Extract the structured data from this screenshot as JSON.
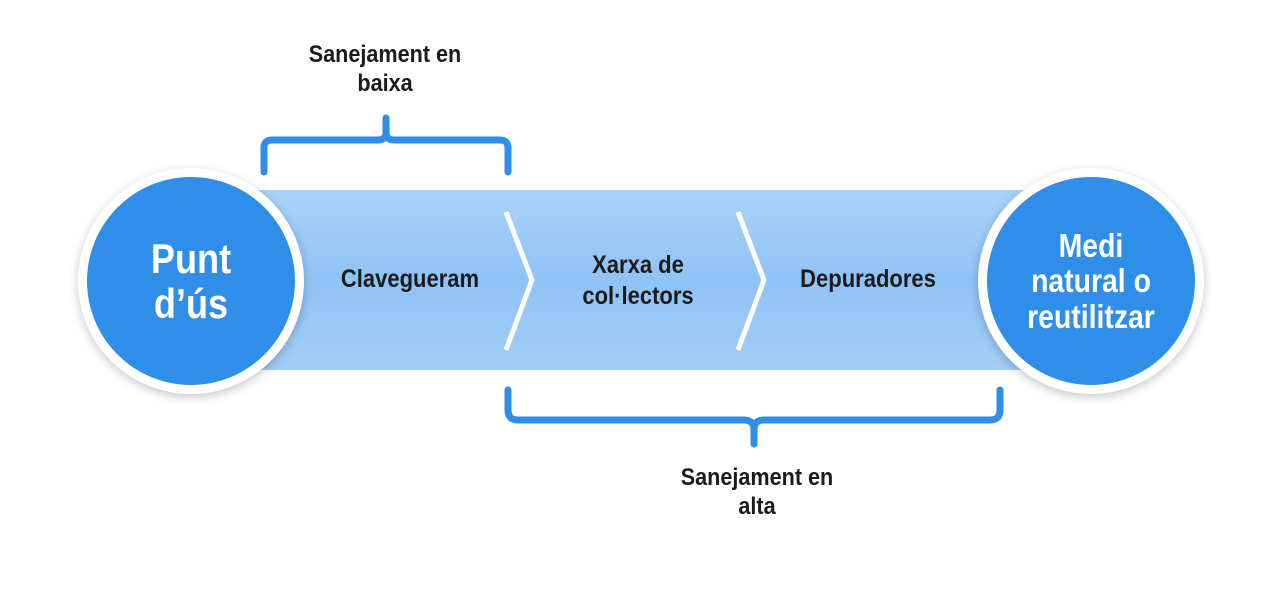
{
  "start": {
    "label": "Punt d’ús"
  },
  "end": {
    "label": "Medi natural o reutilitzar"
  },
  "steps": [
    {
      "label": "Clavegueram"
    },
    {
      "label": "Xarxa de col·lectors"
    },
    {
      "label": "Depuradores"
    }
  ],
  "brackets": {
    "top": {
      "label": "Sanejament en baixa"
    },
    "bottom": {
      "label": "Sanejament en alta"
    }
  },
  "colors": {
    "circle": "#2e8ee8",
    "band": "#8fc3f5",
    "bracket": "#2e8ee8",
    "text": "#1b1b1b"
  }
}
